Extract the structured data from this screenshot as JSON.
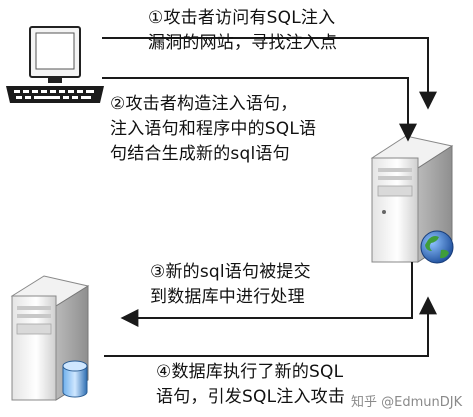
{
  "steps": [
    {
      "text": "①攻击者访问有SQL注入\n漏洞的网站，寻找注入点"
    },
    {
      "text": "②攻击者构造注入语句，\n注入语句和程序中的SQL语\n句结合生成新的sql语句"
    },
    {
      "text": "③新的sql语句被提交\n到数据库中进行处理"
    },
    {
      "text": "④数据库执行了新的SQL\n语句，引发SQL注入攻击"
    }
  ],
  "watermark": "知乎 @EdmunDJK",
  "icons": {
    "attacker": "desktop-computer-icon",
    "web_server": "server-tower-with-globe-icon",
    "db_server": "server-tower-with-database-icon"
  },
  "colors": {
    "arrow": "#1a1a1a",
    "globe": "#2a66b8",
    "database": "#3b7fc4"
  }
}
